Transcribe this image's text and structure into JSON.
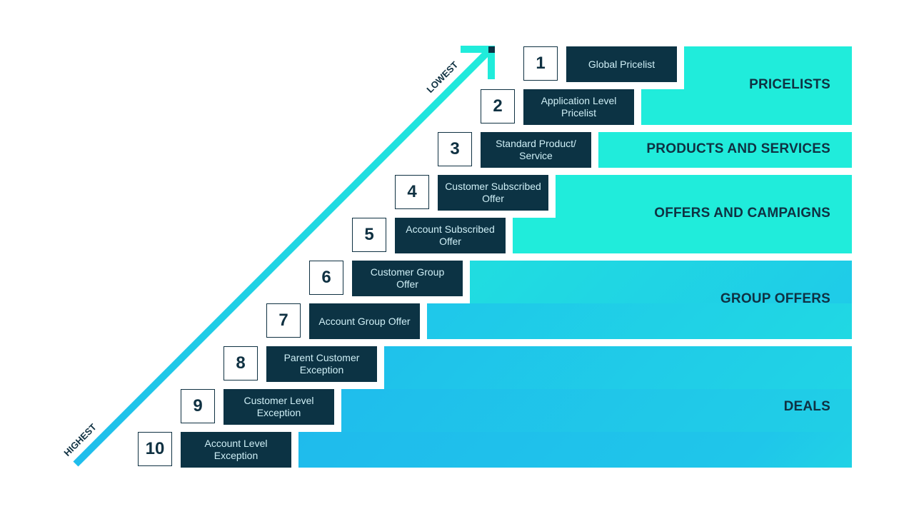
{
  "axis": {
    "low_label": "LOWEST",
    "high_label": "HIGHEST"
  },
  "bands": [
    {
      "label": "PRICELISTS"
    },
    {
      "label": "PRODUCTS AND SERVICES"
    },
    {
      "label": "OFFERS AND CAMPAIGNS"
    },
    {
      "label": "GROUP OFFERS"
    },
    {
      "label": "DEALS"
    }
  ],
  "levels": [
    {
      "num": "1",
      "label": "Global Pricelist"
    },
    {
      "num": "2",
      "label": "Application Level Pricelist"
    },
    {
      "num": "3",
      "label": "Standard Product/ Service"
    },
    {
      "num": "4",
      "label": "Customer Subscribed Offer"
    },
    {
      "num": "5",
      "label": "Account Subscribed Offer"
    },
    {
      "num": "6",
      "label": "Customer Group Offer"
    },
    {
      "num": "7",
      "label": "Account Group Offer"
    },
    {
      "num": "8",
      "label": "Parent Customer Exception"
    },
    {
      "num": "9",
      "label": "Customer Level Exception"
    },
    {
      "num": "10",
      "label": "Account Level Exception"
    }
  ],
  "colors": {
    "navy": "#0c3344",
    "cyan": "#20ecdb",
    "blue": "#1fbdec"
  }
}
